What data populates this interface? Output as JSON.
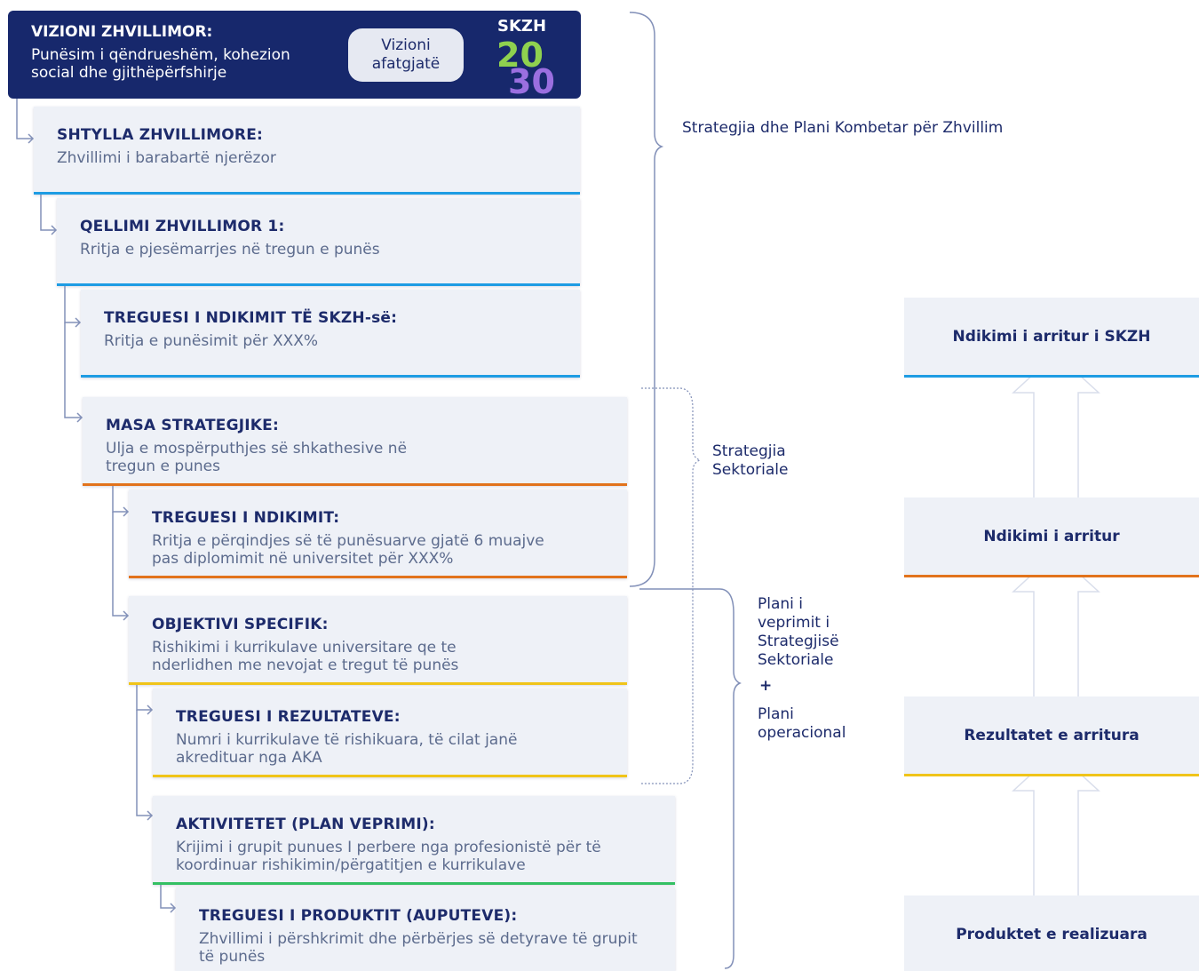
{
  "vision": {
    "title": "VIZIONI ZHVILLIMOR:",
    "text": "Punësim i qëndrueshëm, kohezion social dhe gjithëpërfshirje",
    "pill": "Vizioni afatgjatë",
    "logo_text": "SKZH",
    "logo_year_top": "20",
    "logo_year_bottom": "30"
  },
  "boxes": [
    {
      "title": "SHTYLLA ZHVILLIMORE:",
      "text": "Zhvillimi i barabartë njerëzor"
    },
    {
      "title": "QELLIMI ZHVILLIMOR 1:",
      "text": "Rritja e pjesëmarrjes në tregun e punës"
    },
    {
      "title": "TREGUESI I NDIKIMIT TË SKZH-së:",
      "text": "Rritja e punësimit për XXX%"
    },
    {
      "title": "MASA STRATEGJIKE:",
      "text": "Ulja e mospërputhjes së shkathesive në tregun e punes"
    },
    {
      "title": "TREGUESI I NDIKIMIT:",
      "text": "Rritja e përqindjes së të punësuarve gjatë 6 muajve pas diplomimit në universitet për XXX%"
    },
    {
      "title": "OBJEKTIVI SPECIFIK:",
      "text": "Rishikimi i kurrikulave universitare qe te nderlidhen me nevojat e tregut të punës"
    },
    {
      "title": "TREGUESI I REZULTATEVE:",
      "text": "Numri i kurrikulave të rishikuara, të cilat janë akredituar nga AKA"
    },
    {
      "title": "AKTIVITETET (PLAN VEPRIMI):",
      "text": "Krijimi i grupit punues I perbere nga profesionistë për të koordinuar rishikimin/përgatitjen e kurrikulave"
    },
    {
      "title": "TREGUESI I PRODUKTIT (AUPUTEVE):",
      "text": "Zhvillimi i përshkrimit dhe përbërjes së detyrave të grupit të punës"
    }
  ],
  "labels": {
    "national": "Strategjia dhe Plani Kombetar për Zhvillim",
    "sectoral": "Strategjia Sektoriale",
    "action_plan": "Plani i veprimit i Strategjisë Sektoriale",
    "plus": "+",
    "operational": "Plani operacional"
  },
  "results": [
    {
      "text": "Ndikimi i arritur i SKZH"
    },
    {
      "text": "Ndikimi i arritur"
    },
    {
      "text": "Rezultatet e arritura"
    },
    {
      "text": "Produktet e realizuara"
    }
  ],
  "colors": {
    "navy": "#17286c",
    "blue": "#1e9ce3",
    "orange": "#e2731c",
    "yellow": "#f0c419",
    "green": "#34c063"
  }
}
